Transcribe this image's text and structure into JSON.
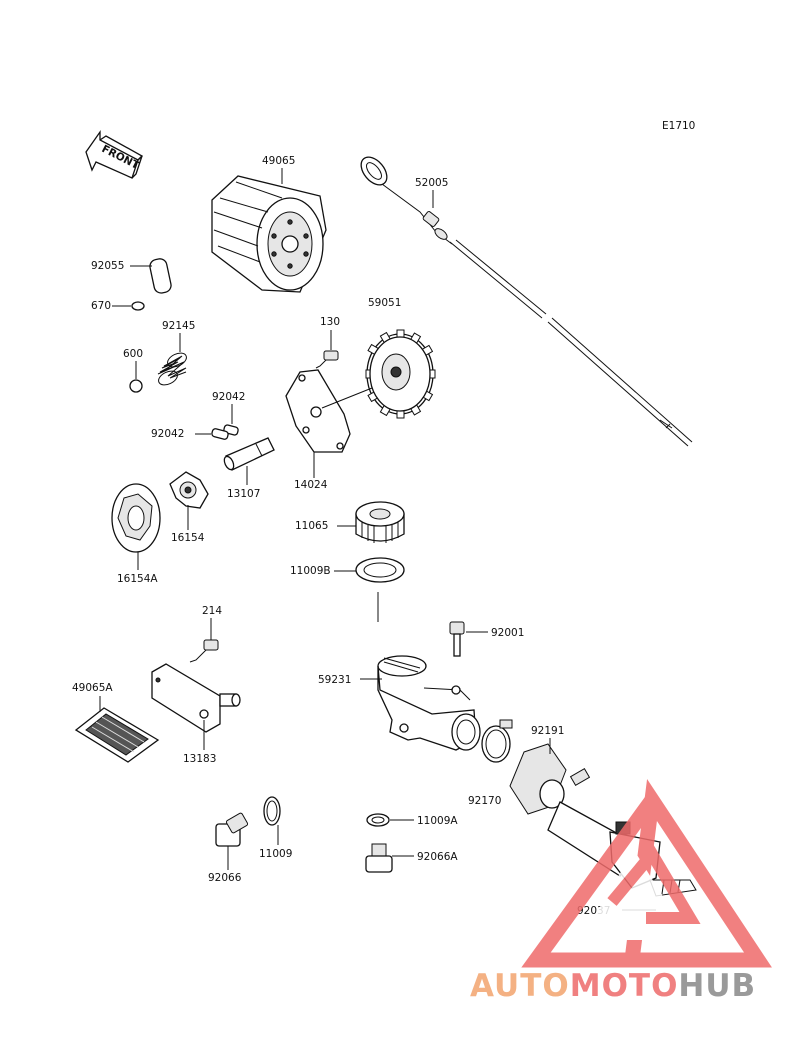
{
  "diagram_code": "E1710",
  "front_label": "FRONT",
  "parts": {
    "p49065": "49065",
    "p52005": "52005",
    "p92055": "92055",
    "p670": "670",
    "p59051": "59051",
    "p130": "130",
    "p92145": "92145",
    "p600": "600",
    "p92042a": "92042",
    "p92042b": "92042",
    "p13107": "13107",
    "p14024": "14024",
    "p16154": "16154",
    "p16154A": "16154A",
    "p11065": "11065",
    "p11009B": "11009B",
    "p214": "214",
    "p92001": "92001",
    "p49065A": "49065A",
    "p59231": "59231",
    "p13183": "13183",
    "p92191": "92191",
    "p92170": "92170",
    "p11009A": "11009A",
    "p11009": "11009",
    "p92066": "92066",
    "p92066A": "92066A",
    "p92037": "92037"
  },
  "watermark": {
    "part1": "AUTO",
    "part2": "MOTO",
    "part3": "HUB",
    "color1": "#f4b183",
    "color2": "#f08080",
    "color3": "#9a9a9a",
    "triangle_color": "#ef6b6b"
  }
}
